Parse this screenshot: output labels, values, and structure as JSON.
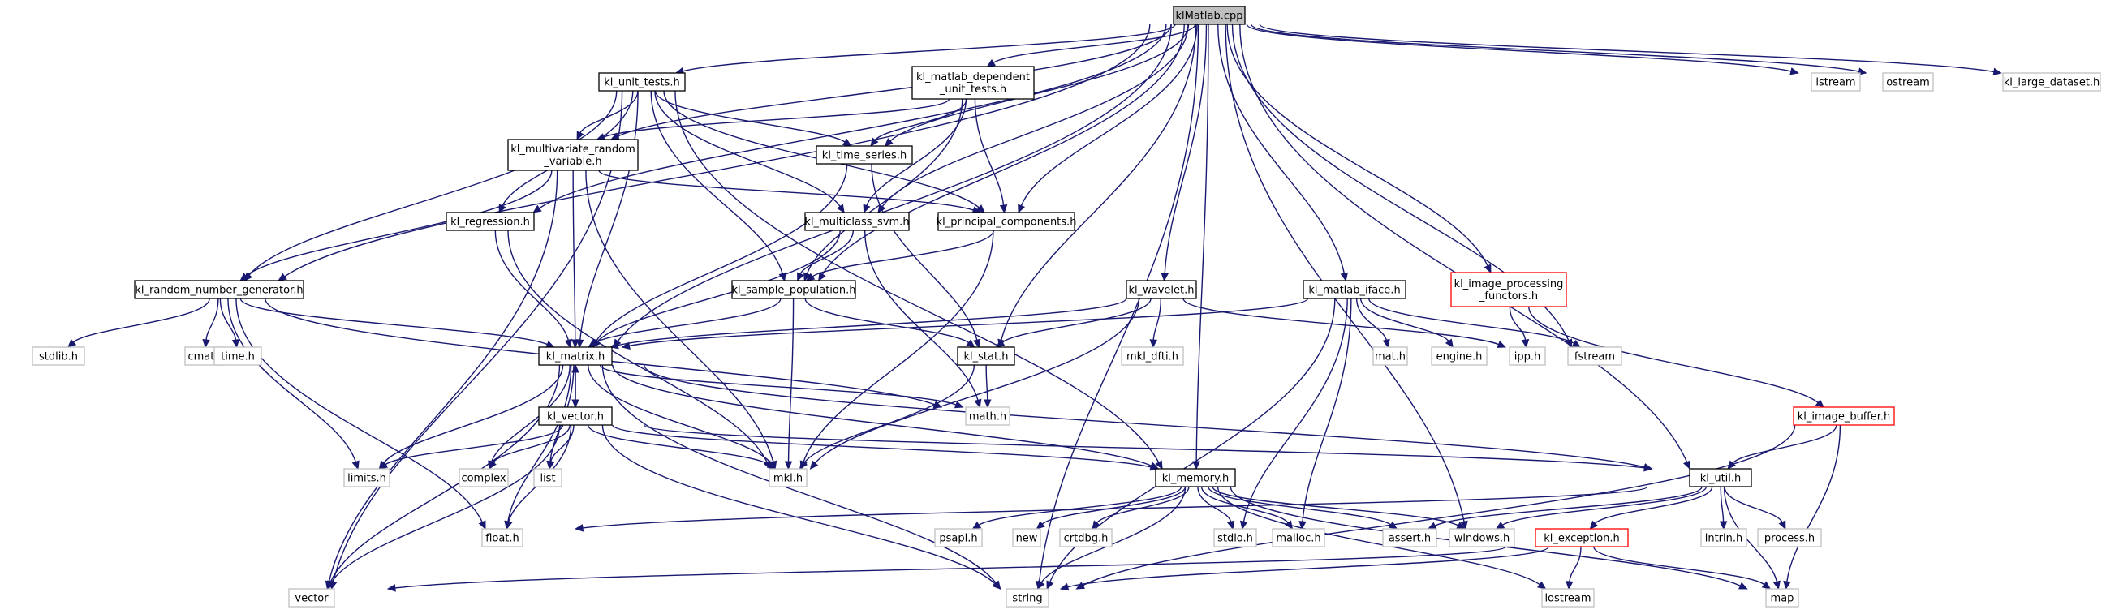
{
  "colors": {
    "edge": "#191970",
    "root_fill": "#bfbfbf",
    "header_border": "#000000",
    "missing_border": "#bfbfbf",
    "documented_border": "#ff0000"
  },
  "nodes": [
    {
      "id": "klMatlab_cpp",
      "lines": [
        "klMatlab.cpp"
      ],
      "kind": "root"
    },
    {
      "id": "kl_unit_tests_h",
      "lines": [
        "kl_unit_tests.h"
      ],
      "kind": "header"
    },
    {
      "id": "kl_matlab_dependent_unit_tests_h",
      "lines": [
        "kl_matlab_dependent",
        "_unit_tests.h"
      ],
      "kind": "header"
    },
    {
      "id": "istream",
      "lines": [
        "istream"
      ],
      "kind": "missing"
    },
    {
      "id": "ostream",
      "lines": [
        "ostream"
      ],
      "kind": "missing"
    },
    {
      "id": "kl_large_dataset_h",
      "lines": [
        "kl_large_dataset.h"
      ],
      "kind": "missing"
    },
    {
      "id": "kl_multivariate_random_variable_h",
      "lines": [
        "kl_multivariate_random",
        "_variable.h"
      ],
      "kind": "header"
    },
    {
      "id": "kl_time_series_h",
      "lines": [
        "kl_time_series.h"
      ],
      "kind": "header"
    },
    {
      "id": "kl_regression_h",
      "lines": [
        "kl_regression.h"
      ],
      "kind": "header"
    },
    {
      "id": "kl_multiclass_svm_h",
      "lines": [
        "kl_multiclass_svm.h"
      ],
      "kind": "header"
    },
    {
      "id": "kl_principal_components_h",
      "lines": [
        "kl_principal_components.h"
      ],
      "kind": "header"
    },
    {
      "id": "kl_random_number_generator_h",
      "lines": [
        "kl_random_number_generator.h"
      ],
      "kind": "header"
    },
    {
      "id": "kl_sample_population_h",
      "lines": [
        "kl_sample_population.h"
      ],
      "kind": "header"
    },
    {
      "id": "kl_wavelet_h",
      "lines": [
        "kl_wavelet.h"
      ],
      "kind": "header"
    },
    {
      "id": "kl_matlab_iface_h",
      "lines": [
        "kl_matlab_iface.h"
      ],
      "kind": "header"
    },
    {
      "id": "kl_image_processing_functors_h",
      "lines": [
        "kl_image_processing",
        "_functors.h"
      ],
      "kind": "documented"
    },
    {
      "id": "stdlib_h",
      "lines": [
        "stdlib.h"
      ],
      "kind": "missing"
    },
    {
      "id": "cmath",
      "lines": [
        "cmath"
      ],
      "kind": "missing"
    },
    {
      "id": "time_h",
      "lines": [
        "time.h"
      ],
      "kind": "missing"
    },
    {
      "id": "kl_matrix_h",
      "lines": [
        "kl_matrix.h"
      ],
      "kind": "header"
    },
    {
      "id": "kl_stat_h",
      "lines": [
        "kl_stat.h"
      ],
      "kind": "header"
    },
    {
      "id": "mkl_dfti_h",
      "lines": [
        "mkl_dfti.h"
      ],
      "kind": "missing"
    },
    {
      "id": "mat_h",
      "lines": [
        "mat.h"
      ],
      "kind": "missing"
    },
    {
      "id": "engine_h",
      "lines": [
        "engine.h"
      ],
      "kind": "missing"
    },
    {
      "id": "ipp_h",
      "lines": [
        "ipp.h"
      ],
      "kind": "missing"
    },
    {
      "id": "fstream",
      "lines": [
        "fstream"
      ],
      "kind": "missing"
    },
    {
      "id": "kl_image_buffer_h",
      "lines": [
        "kl_image_buffer.h"
      ],
      "kind": "documented"
    },
    {
      "id": "kl_vector_h",
      "lines": [
        "kl_vector.h"
      ],
      "kind": "header"
    },
    {
      "id": "math_h",
      "lines": [
        "math.h"
      ],
      "kind": "missing"
    },
    {
      "id": "limits_h",
      "lines": [
        "limits.h"
      ],
      "kind": "missing"
    },
    {
      "id": "complex",
      "lines": [
        "complex"
      ],
      "kind": "missing"
    },
    {
      "id": "list",
      "lines": [
        "list"
      ],
      "kind": "missing"
    },
    {
      "id": "mkl_h",
      "lines": [
        "mkl.h"
      ],
      "kind": "missing"
    },
    {
      "id": "kl_memory_h",
      "lines": [
        "kl_memory.h"
      ],
      "kind": "header"
    },
    {
      "id": "kl_util_h",
      "lines": [
        "kl_util.h"
      ],
      "kind": "header"
    },
    {
      "id": "float_h",
      "lines": [
        "float.h"
      ],
      "kind": "missing"
    },
    {
      "id": "psapi_h",
      "lines": [
        "psapi.h"
      ],
      "kind": "missing"
    },
    {
      "id": "new",
      "lines": [
        "new"
      ],
      "kind": "missing"
    },
    {
      "id": "crtdbg_h",
      "lines": [
        "crtdbg.h"
      ],
      "kind": "missing"
    },
    {
      "id": "stdio_h",
      "lines": [
        "stdio.h"
      ],
      "kind": "missing"
    },
    {
      "id": "malloc_h",
      "lines": [
        "malloc.h"
      ],
      "kind": "missing"
    },
    {
      "id": "assert_h",
      "lines": [
        "assert.h"
      ],
      "kind": "missing"
    },
    {
      "id": "windows_h",
      "lines": [
        "windows.h"
      ],
      "kind": "missing"
    },
    {
      "id": "kl_exception_h",
      "lines": [
        "kl_exception.h"
      ],
      "kind": "documented"
    },
    {
      "id": "intrin_h",
      "lines": [
        "intrin.h"
      ],
      "kind": "missing"
    },
    {
      "id": "process_h",
      "lines": [
        "process.h"
      ],
      "kind": "missing"
    },
    {
      "id": "vector",
      "lines": [
        "vector"
      ],
      "kind": "missing"
    },
    {
      "id": "string",
      "lines": [
        "string"
      ],
      "kind": "missing"
    },
    {
      "id": "iostream",
      "lines": [
        "iostream"
      ],
      "kind": "missing"
    },
    {
      "id": "map",
      "lines": [
        "map"
      ],
      "kind": "missing"
    }
  ],
  "edges": [
    [
      "klMatlab_cpp",
      "kl_unit_tests_h"
    ],
    [
      "klMatlab_cpp",
      "kl_matlab_dependent_unit_tests_h"
    ],
    [
      "klMatlab_cpp",
      "istream"
    ],
    [
      "klMatlab_cpp",
      "ostream"
    ],
    [
      "klMatlab_cpp",
      "kl_large_dataset_h"
    ],
    [
      "klMatlab_cpp",
      "kl_multivariate_random_variable_h"
    ],
    [
      "klMatlab_cpp",
      "kl_time_series_h"
    ],
    [
      "klMatlab_cpp",
      "kl_regression_h"
    ],
    [
      "klMatlab_cpp",
      "kl_multiclass_svm_h"
    ],
    [
      "klMatlab_cpp",
      "kl_principal_components_h"
    ],
    [
      "klMatlab_cpp",
      "kl_random_number_generator_h"
    ],
    [
      "klMatlab_cpp",
      "kl_sample_population_h"
    ],
    [
      "klMatlab_cpp",
      "kl_wavelet_h"
    ],
    [
      "klMatlab_cpp",
      "kl_matlab_iface_h"
    ],
    [
      "klMatlab_cpp",
      "kl_image_processing_functors_h"
    ],
    [
      "klMatlab_cpp",
      "kl_matrix_h"
    ],
    [
      "klMatlab_cpp",
      "kl_stat_h"
    ],
    [
      "klMatlab_cpp",
      "fstream"
    ],
    [
      "klMatlab_cpp",
      "kl_memory_h"
    ],
    [
      "klMatlab_cpp",
      "kl_util_h"
    ],
    [
      "klMatlab_cpp",
      "windows_h"
    ],
    [
      "klMatlab_cpp",
      "string"
    ],
    [
      "kl_unit_tests_h",
      "kl_multivariate_random_variable_h"
    ],
    [
      "kl_unit_tests_h",
      "kl_time_series_h"
    ],
    [
      "kl_unit_tests_h",
      "kl_regression_h"
    ],
    [
      "kl_unit_tests_h",
      "kl_multiclass_svm_h"
    ],
    [
      "kl_unit_tests_h",
      "kl_principal_components_h"
    ],
    [
      "kl_unit_tests_h",
      "kl_random_number_generator_h"
    ],
    [
      "kl_unit_tests_h",
      "kl_sample_population_h"
    ],
    [
      "kl_unit_tests_h",
      "kl_matrix_h"
    ],
    [
      "kl_unit_tests_h",
      "kl_memory_h"
    ],
    [
      "kl_unit_tests_h",
      "vector"
    ],
    [
      "kl_matlab_dependent_unit_tests_h",
      "kl_multivariate_random_variable_h"
    ],
    [
      "kl_matlab_dependent_unit_tests_h",
      "kl_time_series_h"
    ],
    [
      "kl_matlab_dependent_unit_tests_h",
      "kl_multiclass_svm_h"
    ],
    [
      "kl_matlab_dependent_unit_tests_h",
      "kl_principal_components_h"
    ],
    [
      "kl_matlab_dependent_unit_tests_h",
      "kl_sample_population_h"
    ],
    [
      "kl_multivariate_random_variable_h",
      "kl_principal_components_h"
    ],
    [
      "kl_multivariate_random_variable_h",
      "kl_random_number_generator_h"
    ],
    [
      "kl_multivariate_random_variable_h",
      "kl_matrix_h"
    ],
    [
      "kl_multivariate_random_variable_h",
      "mkl_h"
    ],
    [
      "kl_multivariate_random_variable_h",
      "vector"
    ],
    [
      "kl_time_series_h",
      "kl_matrix_h"
    ],
    [
      "kl_time_series_h",
      "kl_stat_h"
    ],
    [
      "kl_regression_h",
      "kl_matrix_h"
    ],
    [
      "kl_regression_h",
      "mkl_h"
    ],
    [
      "kl_multiclass_svm_h",
      "kl_sample_population_h"
    ],
    [
      "kl_multiclass_svm_h",
      "kl_matrix_h"
    ],
    [
      "kl_multiclass_svm_h",
      "math_h"
    ],
    [
      "kl_principal_components_h",
      "kl_sample_population_h"
    ],
    [
      "kl_principal_components_h",
      "mkl_h"
    ],
    [
      "kl_random_number_generator_h",
      "stdlib_h"
    ],
    [
      "kl_random_number_generator_h",
      "cmath"
    ],
    [
      "kl_random_number_generator_h",
      "time_h"
    ],
    [
      "kl_random_number_generator_h",
      "kl_matrix_h"
    ],
    [
      "kl_random_number_generator_h",
      "math_h"
    ],
    [
      "kl_random_number_generator_h",
      "limits_h"
    ],
    [
      "kl_random_number_generator_h",
      "float_h"
    ],
    [
      "kl_sample_population_h",
      "kl_matrix_h"
    ],
    [
      "kl_sample_population_h",
      "kl_stat_h"
    ],
    [
      "kl_sample_population_h",
      "mkl_h"
    ],
    [
      "kl_wavelet_h",
      "kl_matrix_h"
    ],
    [
      "kl_wavelet_h",
      "kl_stat_h"
    ],
    [
      "kl_wavelet_h",
      "mkl_dfti_h"
    ],
    [
      "kl_wavelet_h",
      "ipp_h"
    ],
    [
      "kl_wavelet_h",
      "mkl_h"
    ],
    [
      "kl_matlab_iface_h",
      "kl_matrix_h"
    ],
    [
      "kl_matlab_iface_h",
      "mat_h"
    ],
    [
      "kl_matlab_iface_h",
      "engine_h"
    ],
    [
      "kl_matlab_iface_h",
      "fstream"
    ],
    [
      "kl_matlab_iface_h",
      "stdio_h"
    ],
    [
      "kl_matlab_iface_h",
      "malloc_h"
    ],
    [
      "kl_matlab_iface_h",
      "string"
    ],
    [
      "kl_image_processing_functors_h",
      "ipp_h"
    ],
    [
      "kl_image_processing_functors_h",
      "kl_image_buffer_h"
    ],
    [
      "kl_matrix_h",
      "kl_vector_h"
    ],
    [
      "kl_matrix_h",
      "math_h"
    ],
    [
      "kl_matrix_h",
      "limits_h"
    ],
    [
      "kl_matrix_h",
      "complex"
    ],
    [
      "kl_matrix_h",
      "list"
    ],
    [
      "kl_matrix_h",
      "mkl_h"
    ],
    [
      "kl_matrix_h",
      "kl_memory_h"
    ],
    [
      "kl_matrix_h",
      "kl_util_h"
    ],
    [
      "kl_matrix_h",
      "float_h"
    ],
    [
      "kl_matrix_h",
      "vector"
    ],
    [
      "kl_matrix_h",
      "string"
    ],
    [
      "kl_stat_h",
      "math_h"
    ],
    [
      "kl_stat_h",
      "mkl_h"
    ],
    [
      "kl_image_buffer_h",
      "kl_util_h"
    ],
    [
      "kl_image_buffer_h",
      "map"
    ],
    [
      "kl_image_buffer_h",
      "string"
    ],
    [
      "kl_vector_h",
      "kl_matrix_h"
    ],
    [
      "kl_vector_h",
      "limits_h"
    ],
    [
      "kl_vector_h",
      "complex"
    ],
    [
      "kl_vector_h",
      "list"
    ],
    [
      "kl_vector_h",
      "mkl_h"
    ],
    [
      "kl_vector_h",
      "kl_memory_h"
    ],
    [
      "kl_vector_h",
      "kl_util_h"
    ],
    [
      "kl_vector_h",
      "float_h"
    ],
    [
      "kl_vector_h",
      "vector"
    ],
    [
      "kl_vector_h",
      "string"
    ],
    [
      "kl_memory_h",
      "psapi_h"
    ],
    [
      "kl_memory_h",
      "new"
    ],
    [
      "kl_memory_h",
      "crtdbg_h"
    ],
    [
      "kl_memory_h",
      "stdio_h"
    ],
    [
      "kl_memory_h",
      "malloc_h"
    ],
    [
      "kl_memory_h",
      "assert_h"
    ],
    [
      "kl_memory_h",
      "windows_h"
    ],
    [
      "kl_memory_h",
      "map"
    ],
    [
      "kl_memory_h",
      "string"
    ],
    [
      "kl_memory_h",
      "iostream"
    ],
    [
      "kl_util_h",
      "float_h"
    ],
    [
      "kl_util_h",
      "assert_h"
    ],
    [
      "kl_util_h",
      "windows_h"
    ],
    [
      "kl_util_h",
      "kl_exception_h"
    ],
    [
      "kl_util_h",
      "intrin_h"
    ],
    [
      "kl_util_h",
      "process_h"
    ],
    [
      "kl_util_h",
      "map"
    ],
    [
      "kl_exception_h",
      "vector"
    ],
    [
      "kl_exception_h",
      "string"
    ],
    [
      "kl_exception_h",
      "iostream"
    ],
    [
      "kl_exception_h",
      "map"
    ]
  ]
}
